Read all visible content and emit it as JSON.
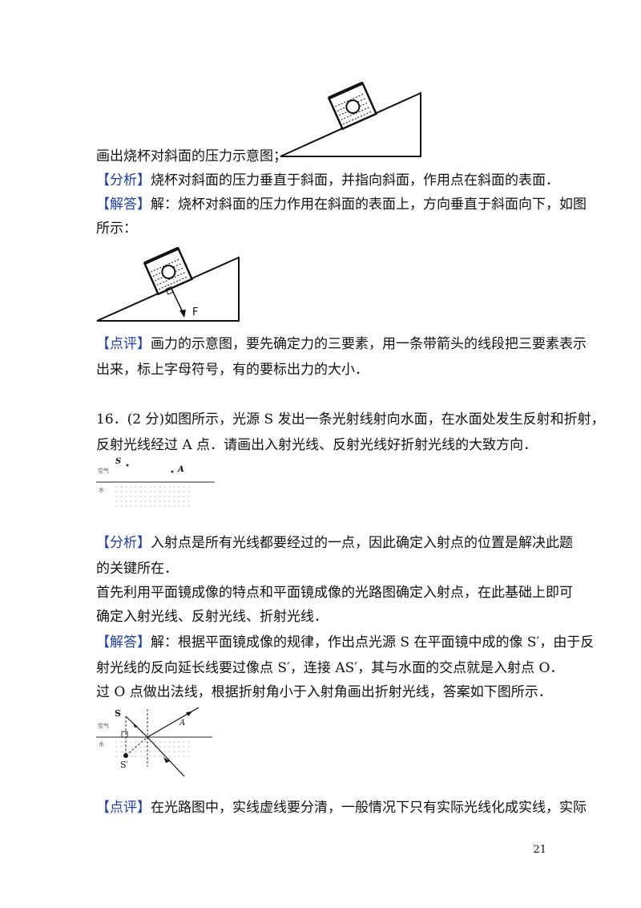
{
  "block1": {
    "prompt": "画出烧杯对斜面的压力示意图；",
    "analysis_tag": "【分析】",
    "analysis": "烧杯对斜面的压力垂直于斜面，并指向斜面，作用点在斜面的表面．",
    "answer_tag": "【解答】",
    "answer_l1": "解：烧杯对斜面的压力作用在斜面的表面上，方向垂直于斜面向下，如图",
    "answer_l2": "所示：",
    "fig_force_label": "F",
    "comment_tag": "【点评】",
    "comment_l1": "画力的示意图，要先确定力的三要素，用一条带箭头的线段把三要素表示",
    "comment_l2": "出来，标上字母符号，有的要标出力的大小．"
  },
  "q16": {
    "line1": "16．(2 分)如图所示，光源 S 发出一条光射线射向水面，在水面处发生反射和折射，",
    "line2": "反射光线经过 A 点．请画出入射光线、反射光线好折射光线的大致方向．",
    "fig1": {
      "label_s": "S",
      "label_a": "A",
      "label_air": "空气",
      "label_water": "水"
    },
    "analysis_tag": "【分析】",
    "analysis_l1": "入射点是所有光线都要经过的一点，因此确定入射点的位置是解决此题",
    "analysis_l2": "的关键所在．",
    "analysis_l3": "首先利用平面镜成像的特点和平面镜成像的光路图确定入射点，在此基础上即可",
    "analysis_l4": "确定入射光线、反射光线、折射光线．",
    "answer_tag": "【解答】",
    "answer_l1": "解：根据平面镜成像的规律，作出点光源 S 在平面镜中成的像 S′，由于反",
    "answer_l2": "射光线的反向延长线要过像点 S′，连接 AS′，其与水面的交点就是入射点 O．",
    "answer_l3": "过 O 点做出法线，根据折射角小于入射角画出折射光线，答案如下图所示．",
    "fig2": {
      "label_s": "S",
      "label_a": "A",
      "label_image": "S′",
      "label_air": "空气",
      "label_water": "水"
    },
    "comment_tag": "【点评】",
    "comment_l1": "在光路图中，实线虚线要分清，一般情况下只有实际光线化成实线，实际"
  },
  "page_number": "21"
}
